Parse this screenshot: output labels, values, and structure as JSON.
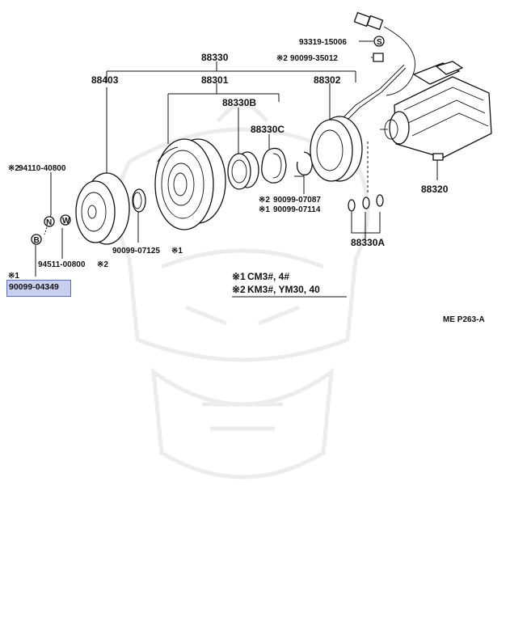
{
  "labels": {
    "p88330": "88330",
    "p88403": "88403",
    "p88301": "88301",
    "p88302": "88302",
    "p88330B": "88330B",
    "p88330C": "88330C",
    "p88320": "88320",
    "p88330A": "88330A",
    "p93319": "93319-15006",
    "p90099_35012": "90099-35012",
    "p90099_07087": "90099-07087",
    "p90099_07114": "90099-07114",
    "p94110": "94110-40800",
    "p90099_07125": "90099-07125",
    "p94511": "94511-00800",
    "p90099_04349": "90099-04349"
  },
  "marks": {
    "m1": "※1",
    "m2": "※2",
    "bubble_n": "N",
    "bubble_w": "W",
    "bubble_b": "B",
    "bubble_s": "S"
  },
  "notes": {
    "note1_mark": "※1",
    "note1_text": "CM3#, 4#",
    "note2_mark": "※2",
    "note2_text": "KM3#, YM30, 40"
  },
  "ref": "ME  P263-A",
  "highlight": {
    "part": "90099-04349",
    "fill_color": "#c9d0ef",
    "border_color": "#5a6fc4"
  }
}
